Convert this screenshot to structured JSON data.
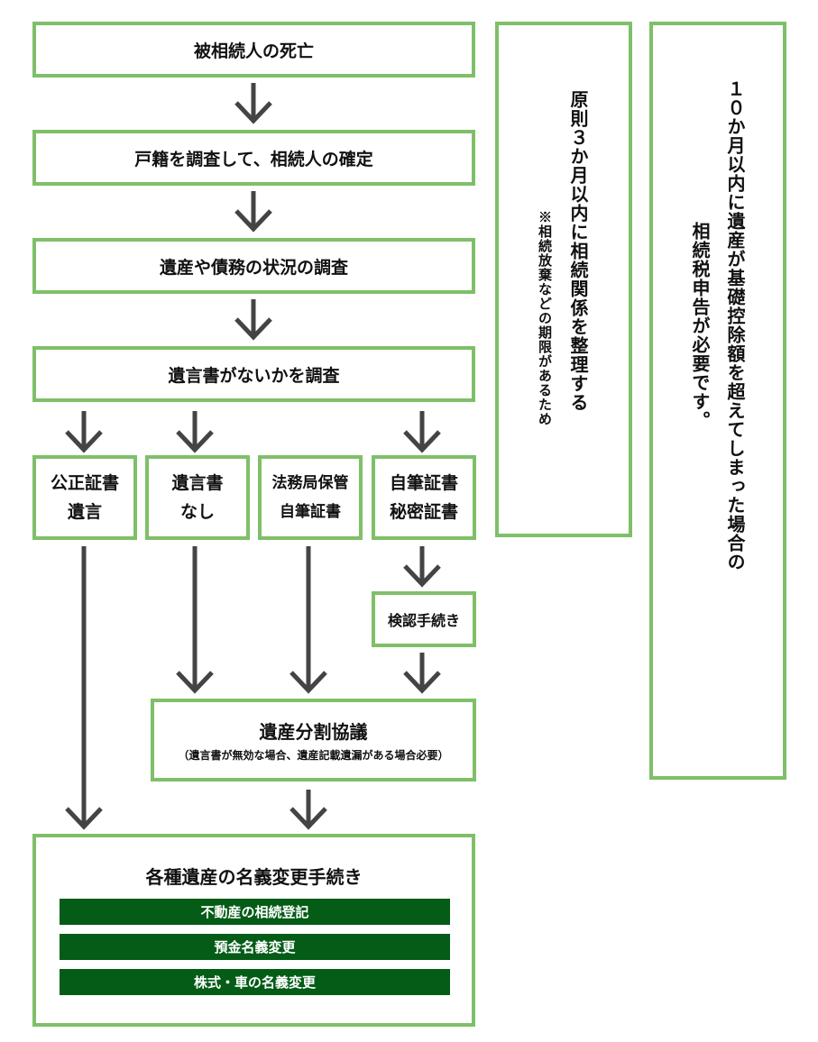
{
  "colors": {
    "border": "#7fbf69",
    "arrow": "#444444",
    "bar": "#045c16",
    "bar_text": "#ffffff"
  },
  "flow": {
    "step1": "被相続人の死亡",
    "step2": "戸籍を調査して、相続人の確定",
    "step3": "遺産や債務の状況の調査",
    "step4": "遺言書がないかを調査",
    "branches": [
      {
        "line1": "公正証書",
        "line2": "遺言"
      },
      {
        "line1": "遺言書",
        "line2": "なし"
      },
      {
        "line1": "法務局保管",
        "line2": "自筆証書"
      },
      {
        "line1": "自筆証書",
        "line2": "秘密証書"
      }
    ],
    "probate": "検認手続き",
    "division": {
      "title": "遺産分割協議",
      "note": "（遺言書が無効な場合、遺産記載遺漏がある場合必要）"
    },
    "transfer": {
      "title": "各種遺産の名義変更手続き",
      "items": [
        "不動産の相続登記",
        "預金名義変更",
        "株式・車の名義変更"
      ]
    }
  },
  "side_notes": {
    "three_months": {
      "main": "原則３か月以内に相続関係を整理する",
      "note": "※相続放棄などの期限があるため"
    },
    "ten_months": {
      "line1": "１０か月以内に遺産が基礎控除額を超えてしまった場合の",
      "line2": "相続税申告が必要です。"
    }
  }
}
